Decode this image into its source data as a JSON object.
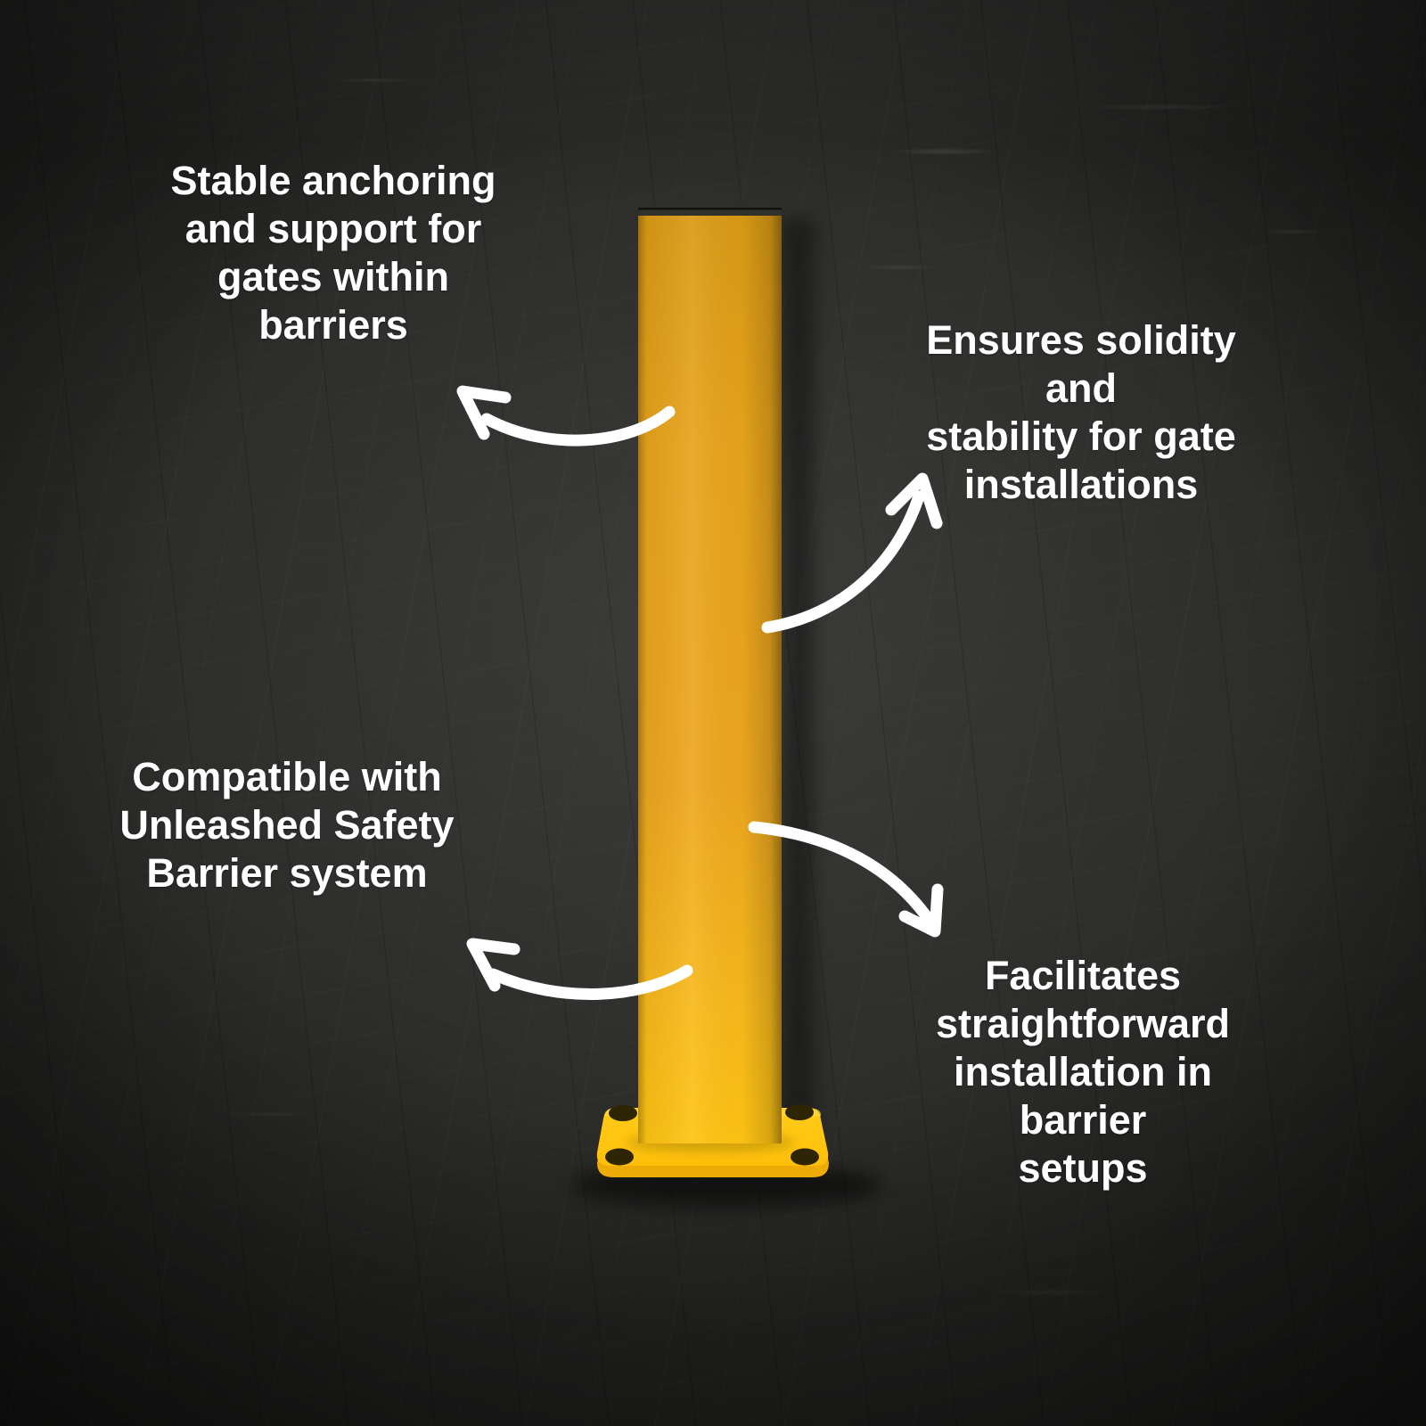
{
  "callouts": [
    {
      "id": "stable-anchoring",
      "position": "top-left",
      "text": "Stable anchoring\nand support for\ngates within\nbarriers"
    },
    {
      "id": "solidity-stability",
      "position": "top-right",
      "text": "Ensures solidity and\nstability for gate\ninstallations"
    },
    {
      "id": "compatibility",
      "position": "middle-left",
      "text": "Compatible with\nUnleashed Safety\nBarrier system"
    },
    {
      "id": "easy-installation",
      "position": "bottom-right",
      "text": "Facilitates\nstraightforward\ninstallation in barrier\nsetups"
    }
  ],
  "icons": [
    {
      "name": "curved-arrow-up-left-icon"
    },
    {
      "name": "curved-arrow-up-right-icon"
    },
    {
      "name": "curved-arrow-down-left-icon"
    },
    {
      "name": "curved-arrow-down-right-icon"
    }
  ],
  "colors": {
    "background": "#262624",
    "text": "#ffffff",
    "arrow": "#ffffff",
    "post_yellow": "#eda71f",
    "plate_yellow": "#ffc40e"
  }
}
